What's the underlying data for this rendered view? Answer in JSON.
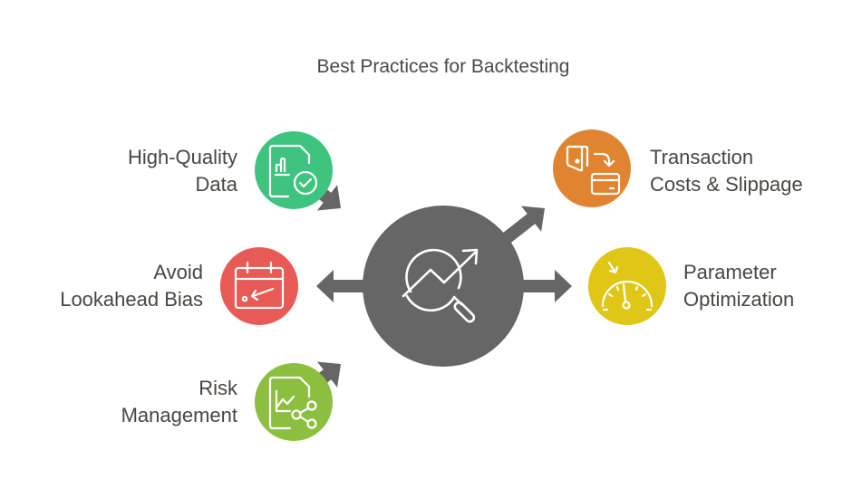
{
  "title": "Best Practices for Backtesting",
  "center": {
    "icon": "chart-magnifier-icon",
    "color": "#666666"
  },
  "items": [
    {
      "id": "high-quality-data",
      "line1": "High-Quality",
      "line2": "Data",
      "icon": "document-chart-check-icon",
      "color": "#3ec47f",
      "side": "left"
    },
    {
      "id": "transaction-costs",
      "line1": "Transaction",
      "line2": "Costs & Slippage",
      "icon": "wallet-to-card-icon",
      "color": "#e08431",
      "side": "right"
    },
    {
      "id": "avoid-lookahead-bias",
      "line1": "Avoid",
      "line2": "Lookahead Bias",
      "icon": "calendar-back-arrow-icon",
      "color": "#e85a55",
      "side": "left"
    },
    {
      "id": "parameter-optimization",
      "line1": "Parameter",
      "line2": "Optimization",
      "icon": "gauge-icon",
      "color": "#dfc617",
      "side": "right"
    },
    {
      "id": "risk-management",
      "line1": "Risk",
      "line2": "Management",
      "icon": "document-chart-share-icon",
      "color": "#8cbf3f",
      "side": "left"
    }
  ]
}
